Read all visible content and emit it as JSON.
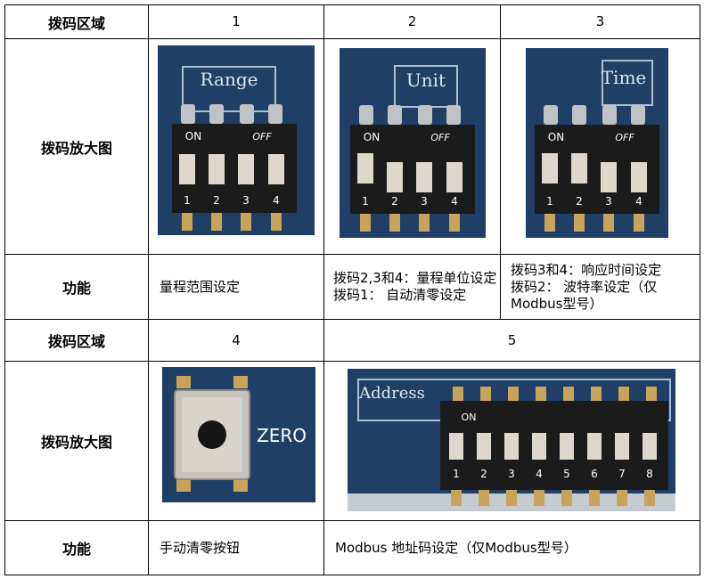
{
  "table": {
    "row_header_zone": "拨码区域",
    "row_header_image": "拨码放大图",
    "row_header_function": "功能",
    "zones_top": [
      "1",
      "2",
      "3"
    ],
    "zones_bottom": [
      "4",
      "5"
    ],
    "functions_top": [
      "量程范围设定",
      "拨码2,3和4：量程单位设定\n拨码1： 自动清零设定",
      "拨码3和4：响应时间设定\n拨码2： 波特率设定（仅Modbus型号）"
    ],
    "functions_bottom": [
      "手动清零按钮",
      "Modbus 地址码设定（仅Modbus型号）"
    ]
  },
  "photos": {
    "zone1": {
      "label": "Range",
      "on_text": "ON",
      "off_text": "OFF",
      "switch_numbers": [
        "1",
        "2",
        "3",
        "4"
      ]
    },
    "zone2": {
      "label": "Unit",
      "on_text": "ON",
      "off_text": "OFF",
      "switch_numbers": [
        "1",
        "2",
        "3",
        "4"
      ]
    },
    "zone3": {
      "label": "Time",
      "on_text": "ON",
      "off_text": "OFF",
      "switch_numbers": [
        "1",
        "2",
        "3",
        "4"
      ]
    },
    "zone4": {
      "label": "ZERO"
    },
    "zone5": {
      "label": "Address",
      "on_text": "ON",
      "switch_numbers": [
        "1",
        "2",
        "3",
        "4",
        "5",
        "6",
        "7",
        "8"
      ]
    }
  },
  "colors": {
    "pcb_blue": "#1f3f66",
    "switch_body": "#1b1b1b",
    "gold": "#c9a35a"
  }
}
